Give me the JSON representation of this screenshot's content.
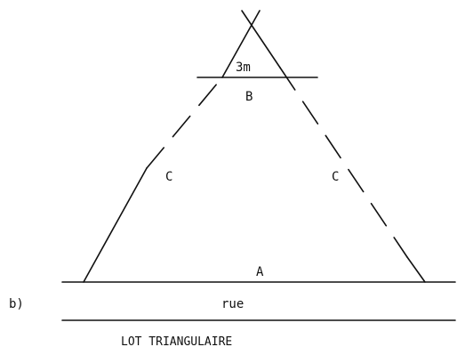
{
  "figure": {
    "part_label": "b)",
    "caption": "LOT TRIANGULAIRE",
    "street_label": "rue",
    "base_label": "A",
    "top_label": "B",
    "top_width_label": "3m",
    "left_side_label": "C",
    "right_side_label": "C"
  },
  "colors": {
    "ink": "#111111",
    "background": "#ffffff"
  }
}
